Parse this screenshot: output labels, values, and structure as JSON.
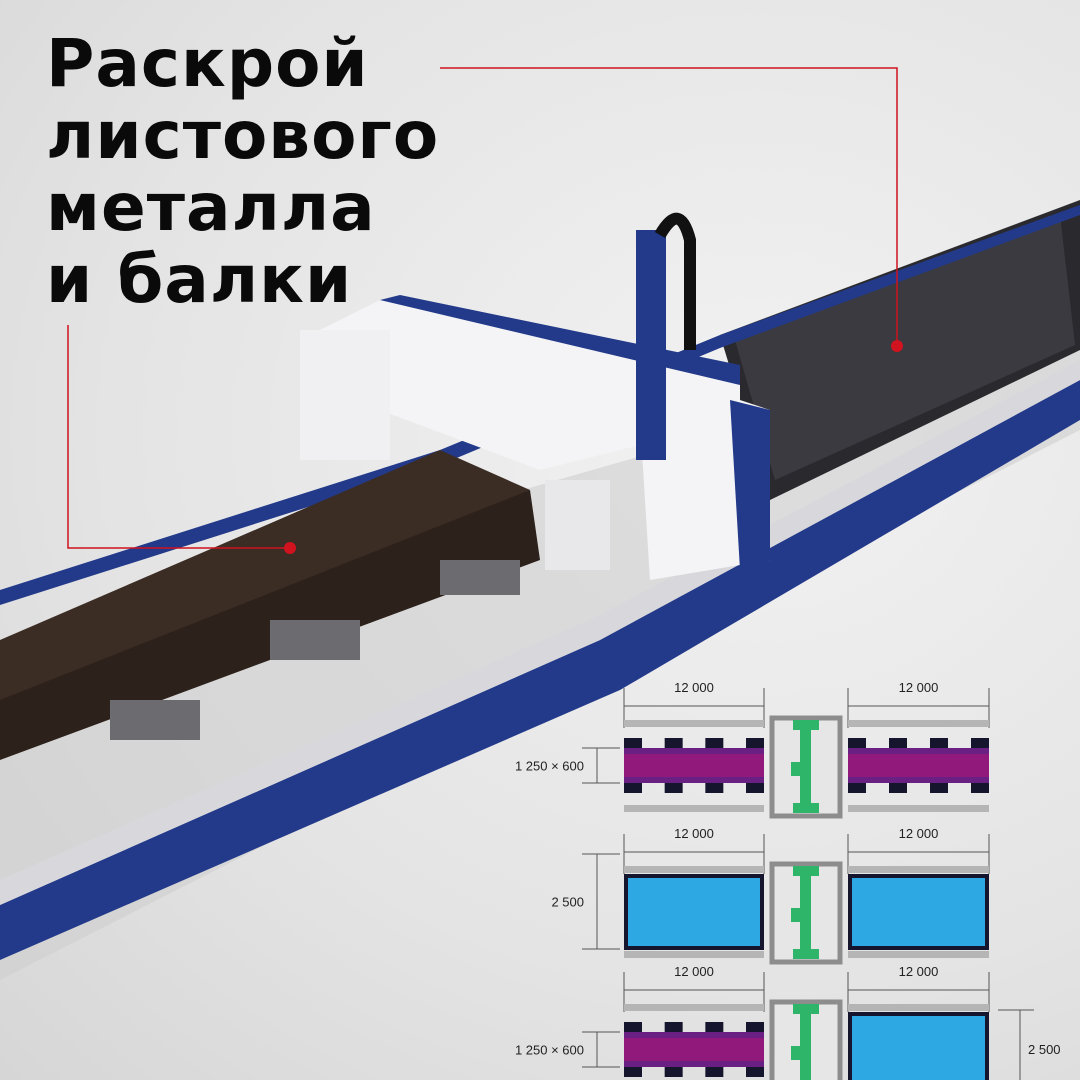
{
  "headline": {
    "lines": [
      "Раскрой",
      "листового",
      "металла",
      "и балки"
    ]
  },
  "colors": {
    "accent_red": "#d0131e",
    "machine_blue": "#233a8a",
    "sheet_magenta": "#92197c",
    "sheet_blue": "#2ea8e2",
    "beam_green": "#2fb56a"
  },
  "callouts": [
    {
      "target": "sheet-metal-bed"
    },
    {
      "target": "beam"
    }
  ],
  "diagram": {
    "rows": [
      {
        "left_length": "12 000",
        "right_length": "12 000",
        "left_size": "1 250 × 600",
        "left_type": "tube",
        "right_type": "tube"
      },
      {
        "left_length": "12 000",
        "right_length": "12 000",
        "left_size": "2 500",
        "left_type": "sheet",
        "right_type": "sheet"
      },
      {
        "left_length": "12 000",
        "right_length": "12 000",
        "left_size": "1 250 × 600",
        "right_size": "2 500",
        "left_type": "tube",
        "right_type": "sheet"
      }
    ]
  }
}
